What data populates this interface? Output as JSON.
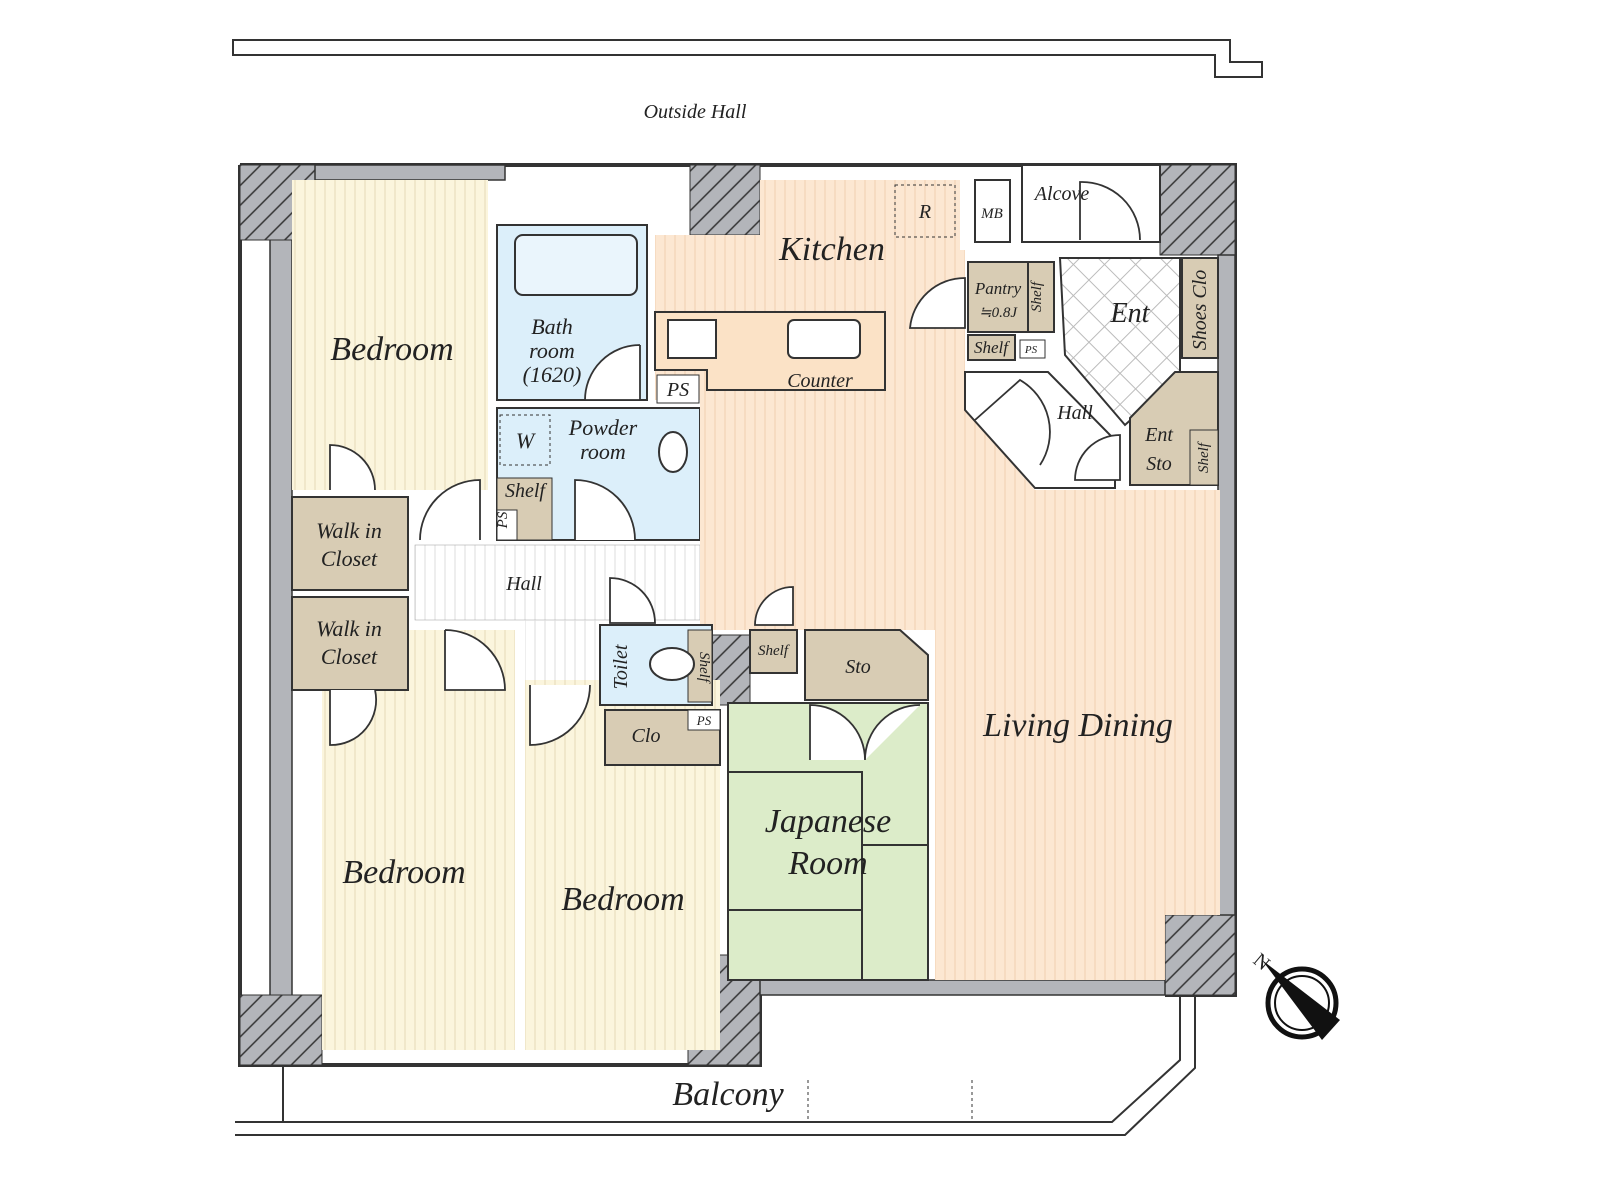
{
  "floorplan": {
    "outside_hall": "Outside Hall",
    "balcony": "Balcony",
    "compass_label": "N",
    "colors": {
      "bedroom": "#fbf5dd",
      "wet_area": "#dcefFA",
      "kitchen_living": "#fce7d2",
      "storage": "#d8ccb4",
      "japanese_room": "#dcecc9",
      "wall": "#b3b5ba"
    },
    "rooms": {
      "bedroom_1": "Bedroom",
      "bedroom_2": "Bedroom",
      "bedroom_3": "Bedroom",
      "walk_in_closet_1": [
        "Walk in",
        "Closet"
      ],
      "walk_in_closet_2": [
        "Walk in",
        "Closet"
      ],
      "bath": [
        "Bath",
        "room",
        "(1620)"
      ],
      "powder": [
        "Powder",
        "room"
      ],
      "washer": "W",
      "powder_shelf": "Shelf",
      "ps_powder": "PS",
      "ps_kitchen": "PS",
      "ps_toilet": "PS",
      "ps_ent": "PS",
      "hall_center": "Hall",
      "toilet": "Toilet",
      "toilet_shelf": "Shelf",
      "shelf_mid": "Shelf",
      "clo": "Clo",
      "sto": "Sto",
      "japanese_room": [
        "Japanese",
        "Room"
      ],
      "kitchen": "Kitchen",
      "refrigerator": "R",
      "counter": "Counter",
      "living_dining": "Living Dining",
      "pantry": [
        "Pantry",
        "≒0.8J"
      ],
      "pantry_shelf": "Shelf",
      "pantry_shelf_2": "Shelf",
      "mb": "MB",
      "alcove": "Alcove",
      "ent": "Ent",
      "shoes_clo": "Shoes Clo",
      "hall_ent": "Hall",
      "ent_sto": [
        "Ent",
        "Sto"
      ],
      "ent_sto_shelf": "Shelf"
    }
  }
}
